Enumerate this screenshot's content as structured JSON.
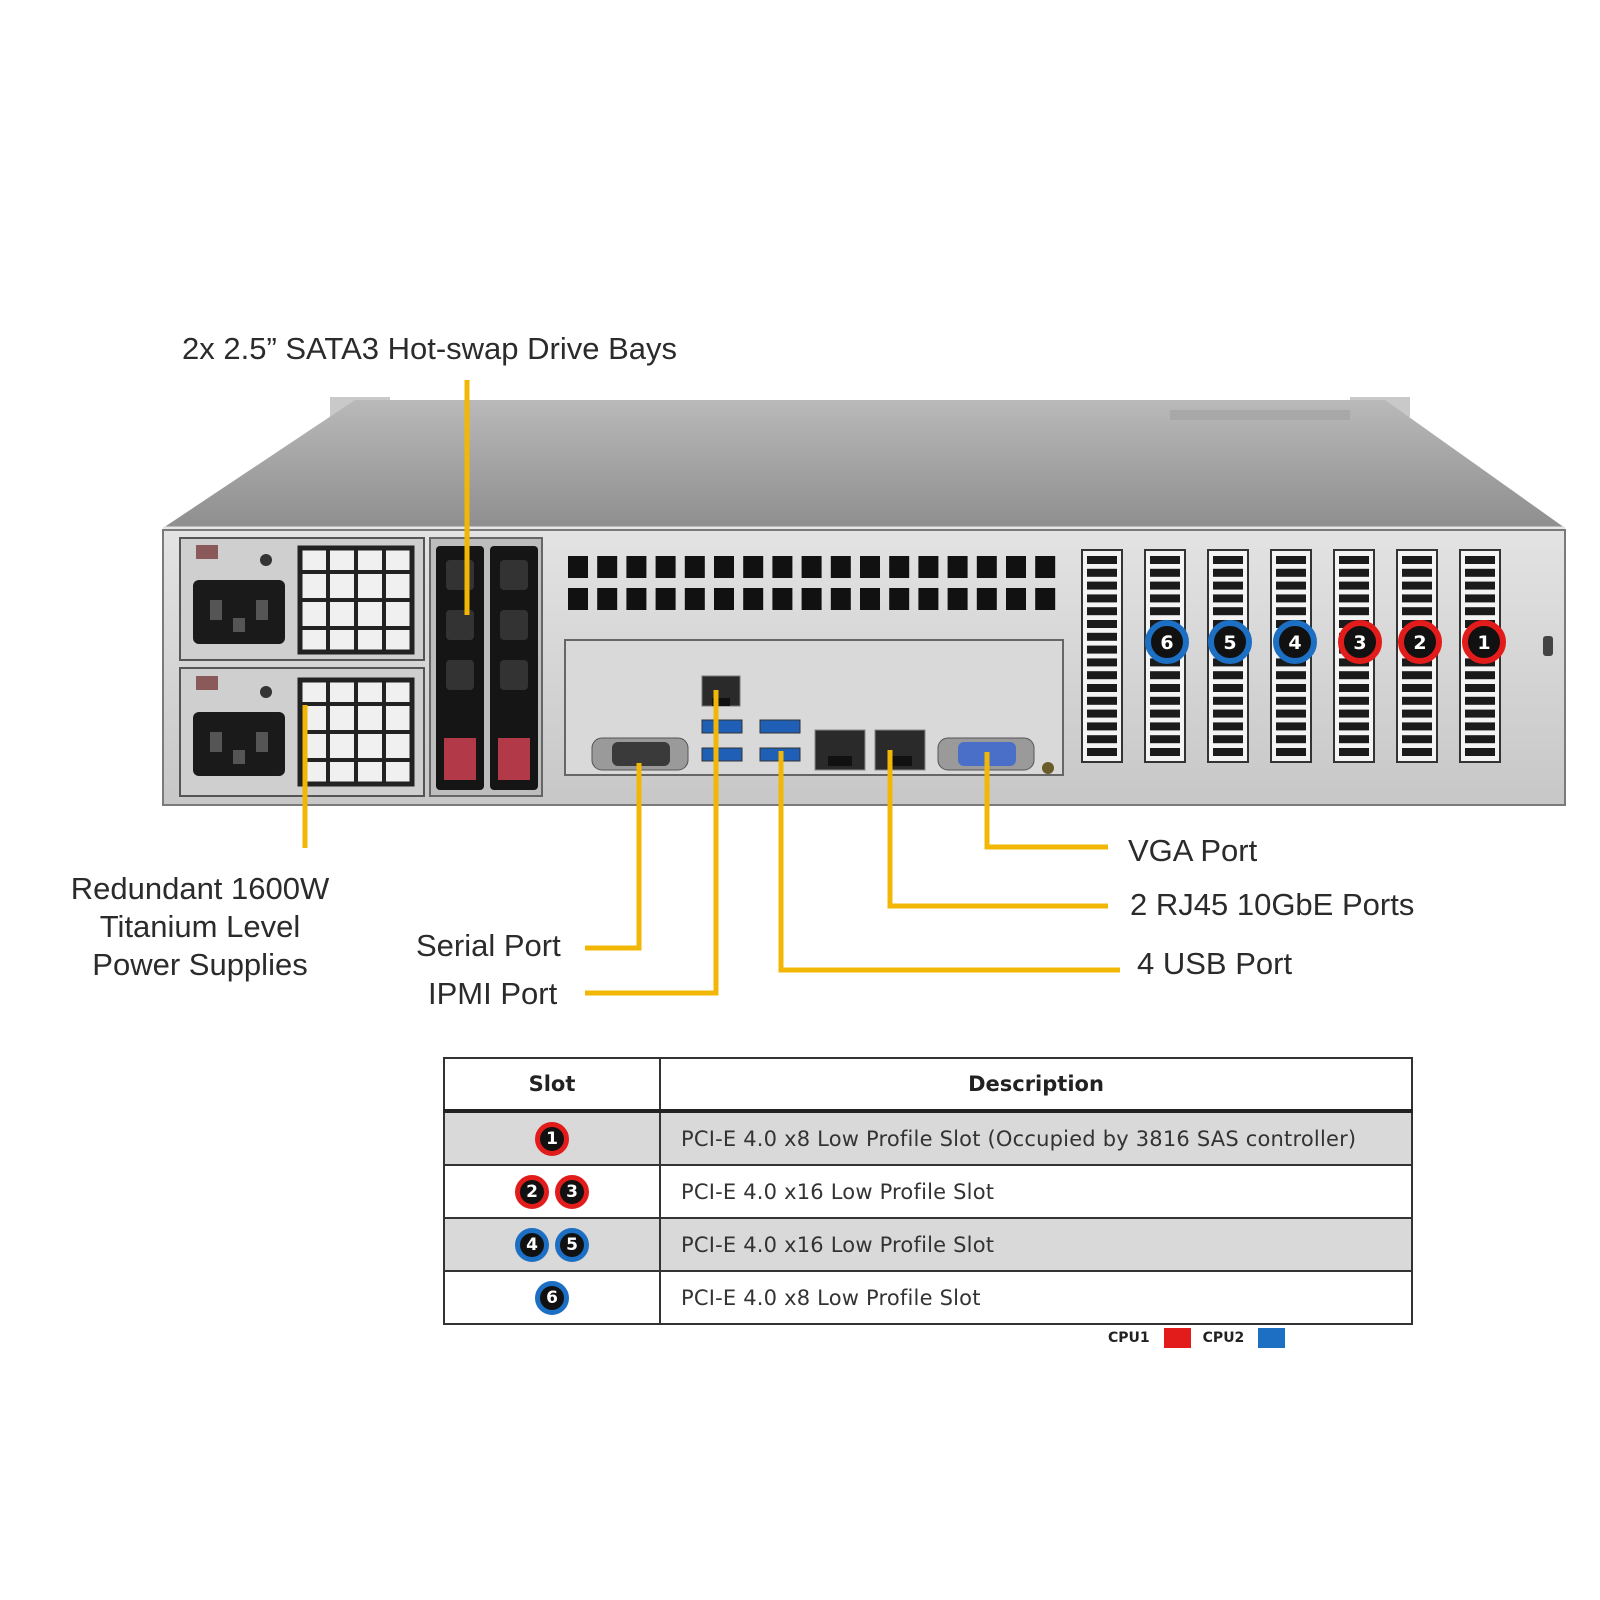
{
  "callouts": {
    "drive_bays": "2x 2.5” SATA3 Hot-swap Drive Bays",
    "psu_line1": "Redundant  1600W",
    "psu_line2": "Titanium  Level",
    "psu_line3": "Power Supplies",
    "serial": "Serial Port",
    "ipmi": "IPMI  Port",
    "vga": "VGA Port",
    "rj45": "2 RJ45  10GbE Ports",
    "usb": "4 USB Port"
  },
  "chassis_slot_badges": [
    {
      "num": "6",
      "cpu": "CPU2"
    },
    {
      "num": "5",
      "cpu": "CPU2"
    },
    {
      "num": "4",
      "cpu": "CPU2"
    },
    {
      "num": "3",
      "cpu": "CPU1"
    },
    {
      "num": "2",
      "cpu": "CPU1"
    },
    {
      "num": "1",
      "cpu": "CPU1"
    }
  ],
  "table": {
    "header_slot": "Slot",
    "header_description": "Description",
    "rows": [
      {
        "slots": [
          "1"
        ],
        "cpu": "CPU1",
        "description": "PCI-E 4.0 x8 Low  Profile Slot (Occupied by 3816 SAS  controller)"
      },
      {
        "slots": [
          "2",
          "3"
        ],
        "cpu": "CPU1",
        "description": "PCI-E 4.0 x16 Low  Profile Slot"
      },
      {
        "slots": [
          "4",
          "5"
        ],
        "cpu": "CPU2",
        "description": "PCI-E 4.0 x16 Low  Profile Slot"
      },
      {
        "slots": [
          "6"
        ],
        "cpu": "CPU2",
        "description": "PCI-E 4.0 x8 Low  Profile Slot"
      }
    ]
  },
  "legend": {
    "cpu1_label": "CPU1",
    "cpu2_label": "CPU2",
    "cpu1_color": "#e21b1b",
    "cpu2_color": "#1c6fc2"
  },
  "colors": {
    "leader_line": "#f2b705",
    "chassis_top": "#9a9a9a",
    "chassis_panel": "#d6d6d6"
  },
  "icons": [
    "power-inlet-icon",
    "fan-grille-icon",
    "drive-tray-icon",
    "serial-port-icon",
    "rj45-port-icon",
    "usb-port-icon",
    "vga-port-icon"
  ]
}
